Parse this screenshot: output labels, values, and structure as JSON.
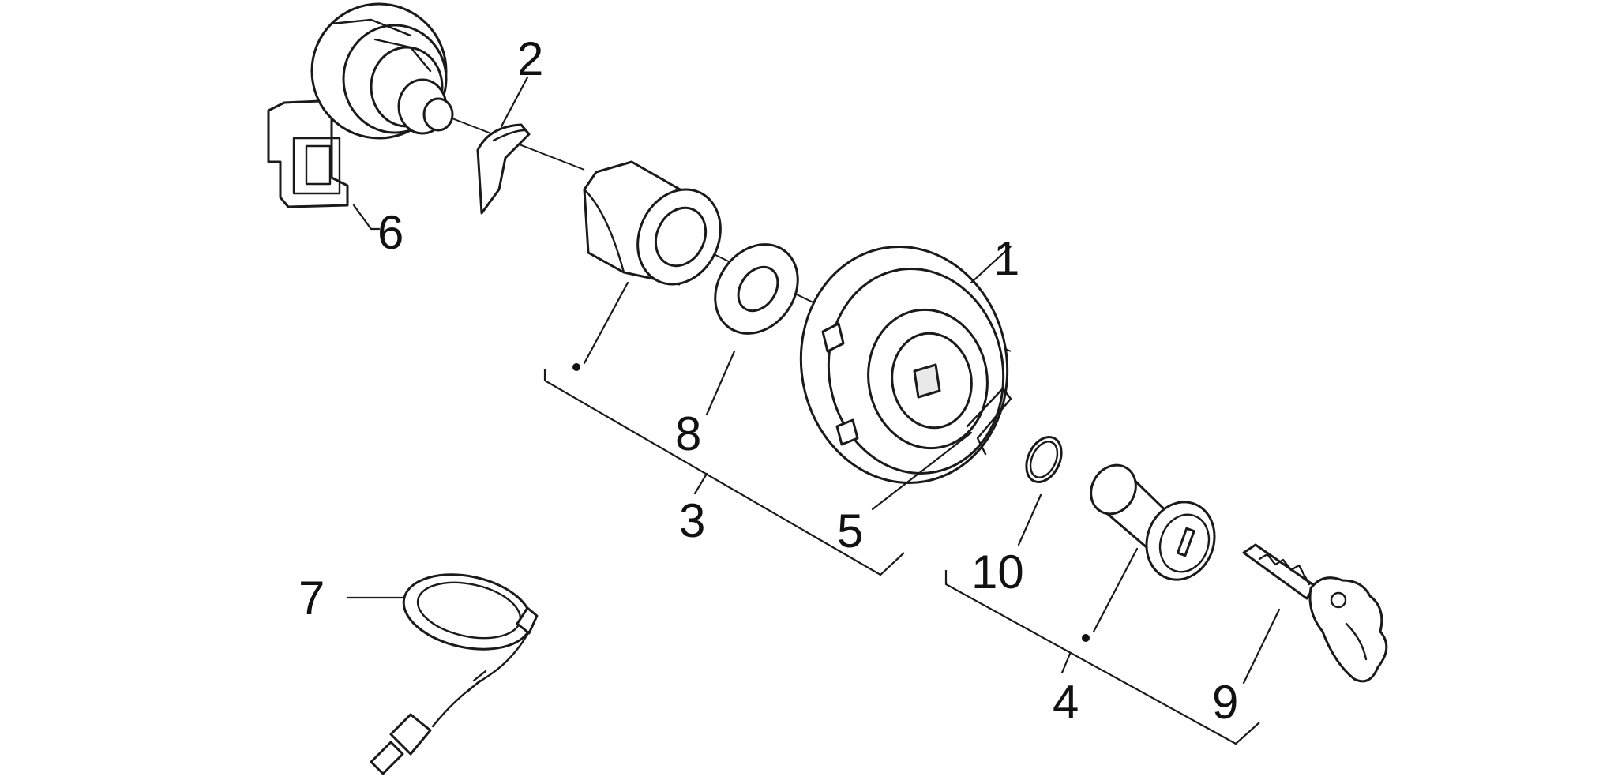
{
  "diagram": {
    "callouts": [
      {
        "key": "c1",
        "text": "1"
      },
      {
        "key": "c2",
        "text": "2"
      },
      {
        "key": "c3",
        "text": "3"
      },
      {
        "key": "c4",
        "text": "4"
      },
      {
        "key": "c5",
        "text": "5"
      },
      {
        "key": "c6",
        "text": "6"
      },
      {
        "key": "c7",
        "text": "7"
      },
      {
        "key": "c8",
        "text": "8"
      },
      {
        "key": "c9",
        "text": "9"
      },
      {
        "key": "c10",
        "text": "10"
      }
    ],
    "colors": {
      "line": "#1a1a1a",
      "background": "#ffffff"
    }
  }
}
